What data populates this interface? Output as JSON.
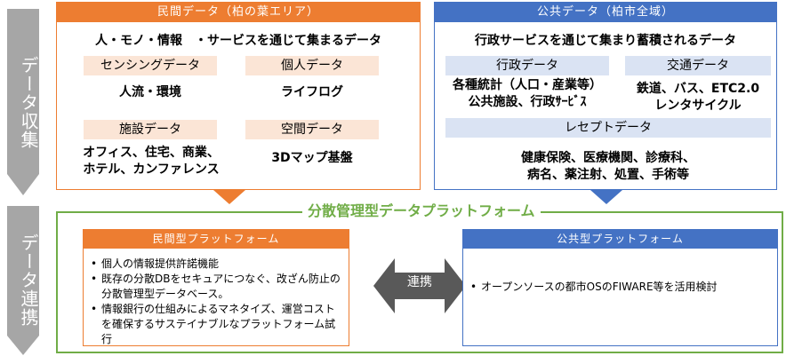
{
  "side": {
    "collect_label": "データ収集",
    "link_label": "データ連携"
  },
  "private_data": {
    "title": "民間データ（柏の葉エリア）",
    "lead": "人・モノ・情報　・サービスを通じて集まるデータ",
    "items": [
      {
        "label": "センシングデータ",
        "detail": "人流・環境"
      },
      {
        "label": "個人データ",
        "detail": "ライフログ"
      },
      {
        "label": "施設データ",
        "detail": "オフィス、住宅、商業、\nホテル、カンファレンス"
      },
      {
        "label": "空間データ",
        "detail": "3Dマップ基盤"
      }
    ]
  },
  "public_data": {
    "title": "公共データ（柏市全域）",
    "lead": "行政サービスを通じて集まり蓄積されるデータ",
    "items": [
      {
        "label": "行政データ",
        "detail": "各種統計（人口・産業等）\n公共施設、行政ｻｰﾋﾞｽ"
      },
      {
        "label": "交通データ",
        "detail": "鉄道、バス、ETC2.0\nレンタサイクル"
      },
      {
        "label": "レセプトデータ",
        "detail": "健康保険、医療機関、診療科、\n病名、薬注射、処置、手術等"
      }
    ]
  },
  "platform": {
    "title": "分散管理型データプラットフォーム",
    "private": {
      "title": "民間型プラットフォーム",
      "bullets": [
        "個人の情報提供許諾機能",
        "既存の分散DBをセキュアにつなぐ、改ざん防止の分散管理型データベース。",
        "情報銀行の仕組みによるマネタイズ、運営コストを確保するサステイナブルなプラットフォーム試行"
      ]
    },
    "link_label": "連携",
    "public": {
      "title": "公共型プラットフォーム",
      "bullets": [
        "オープンソースの都市OSのFIWARE等を活用検討"
      ]
    }
  },
  "colors": {
    "orange": "#ed7d31",
    "blue": "#4472c4",
    "green": "#70ad47",
    "grey": "#a6a6a6"
  }
}
